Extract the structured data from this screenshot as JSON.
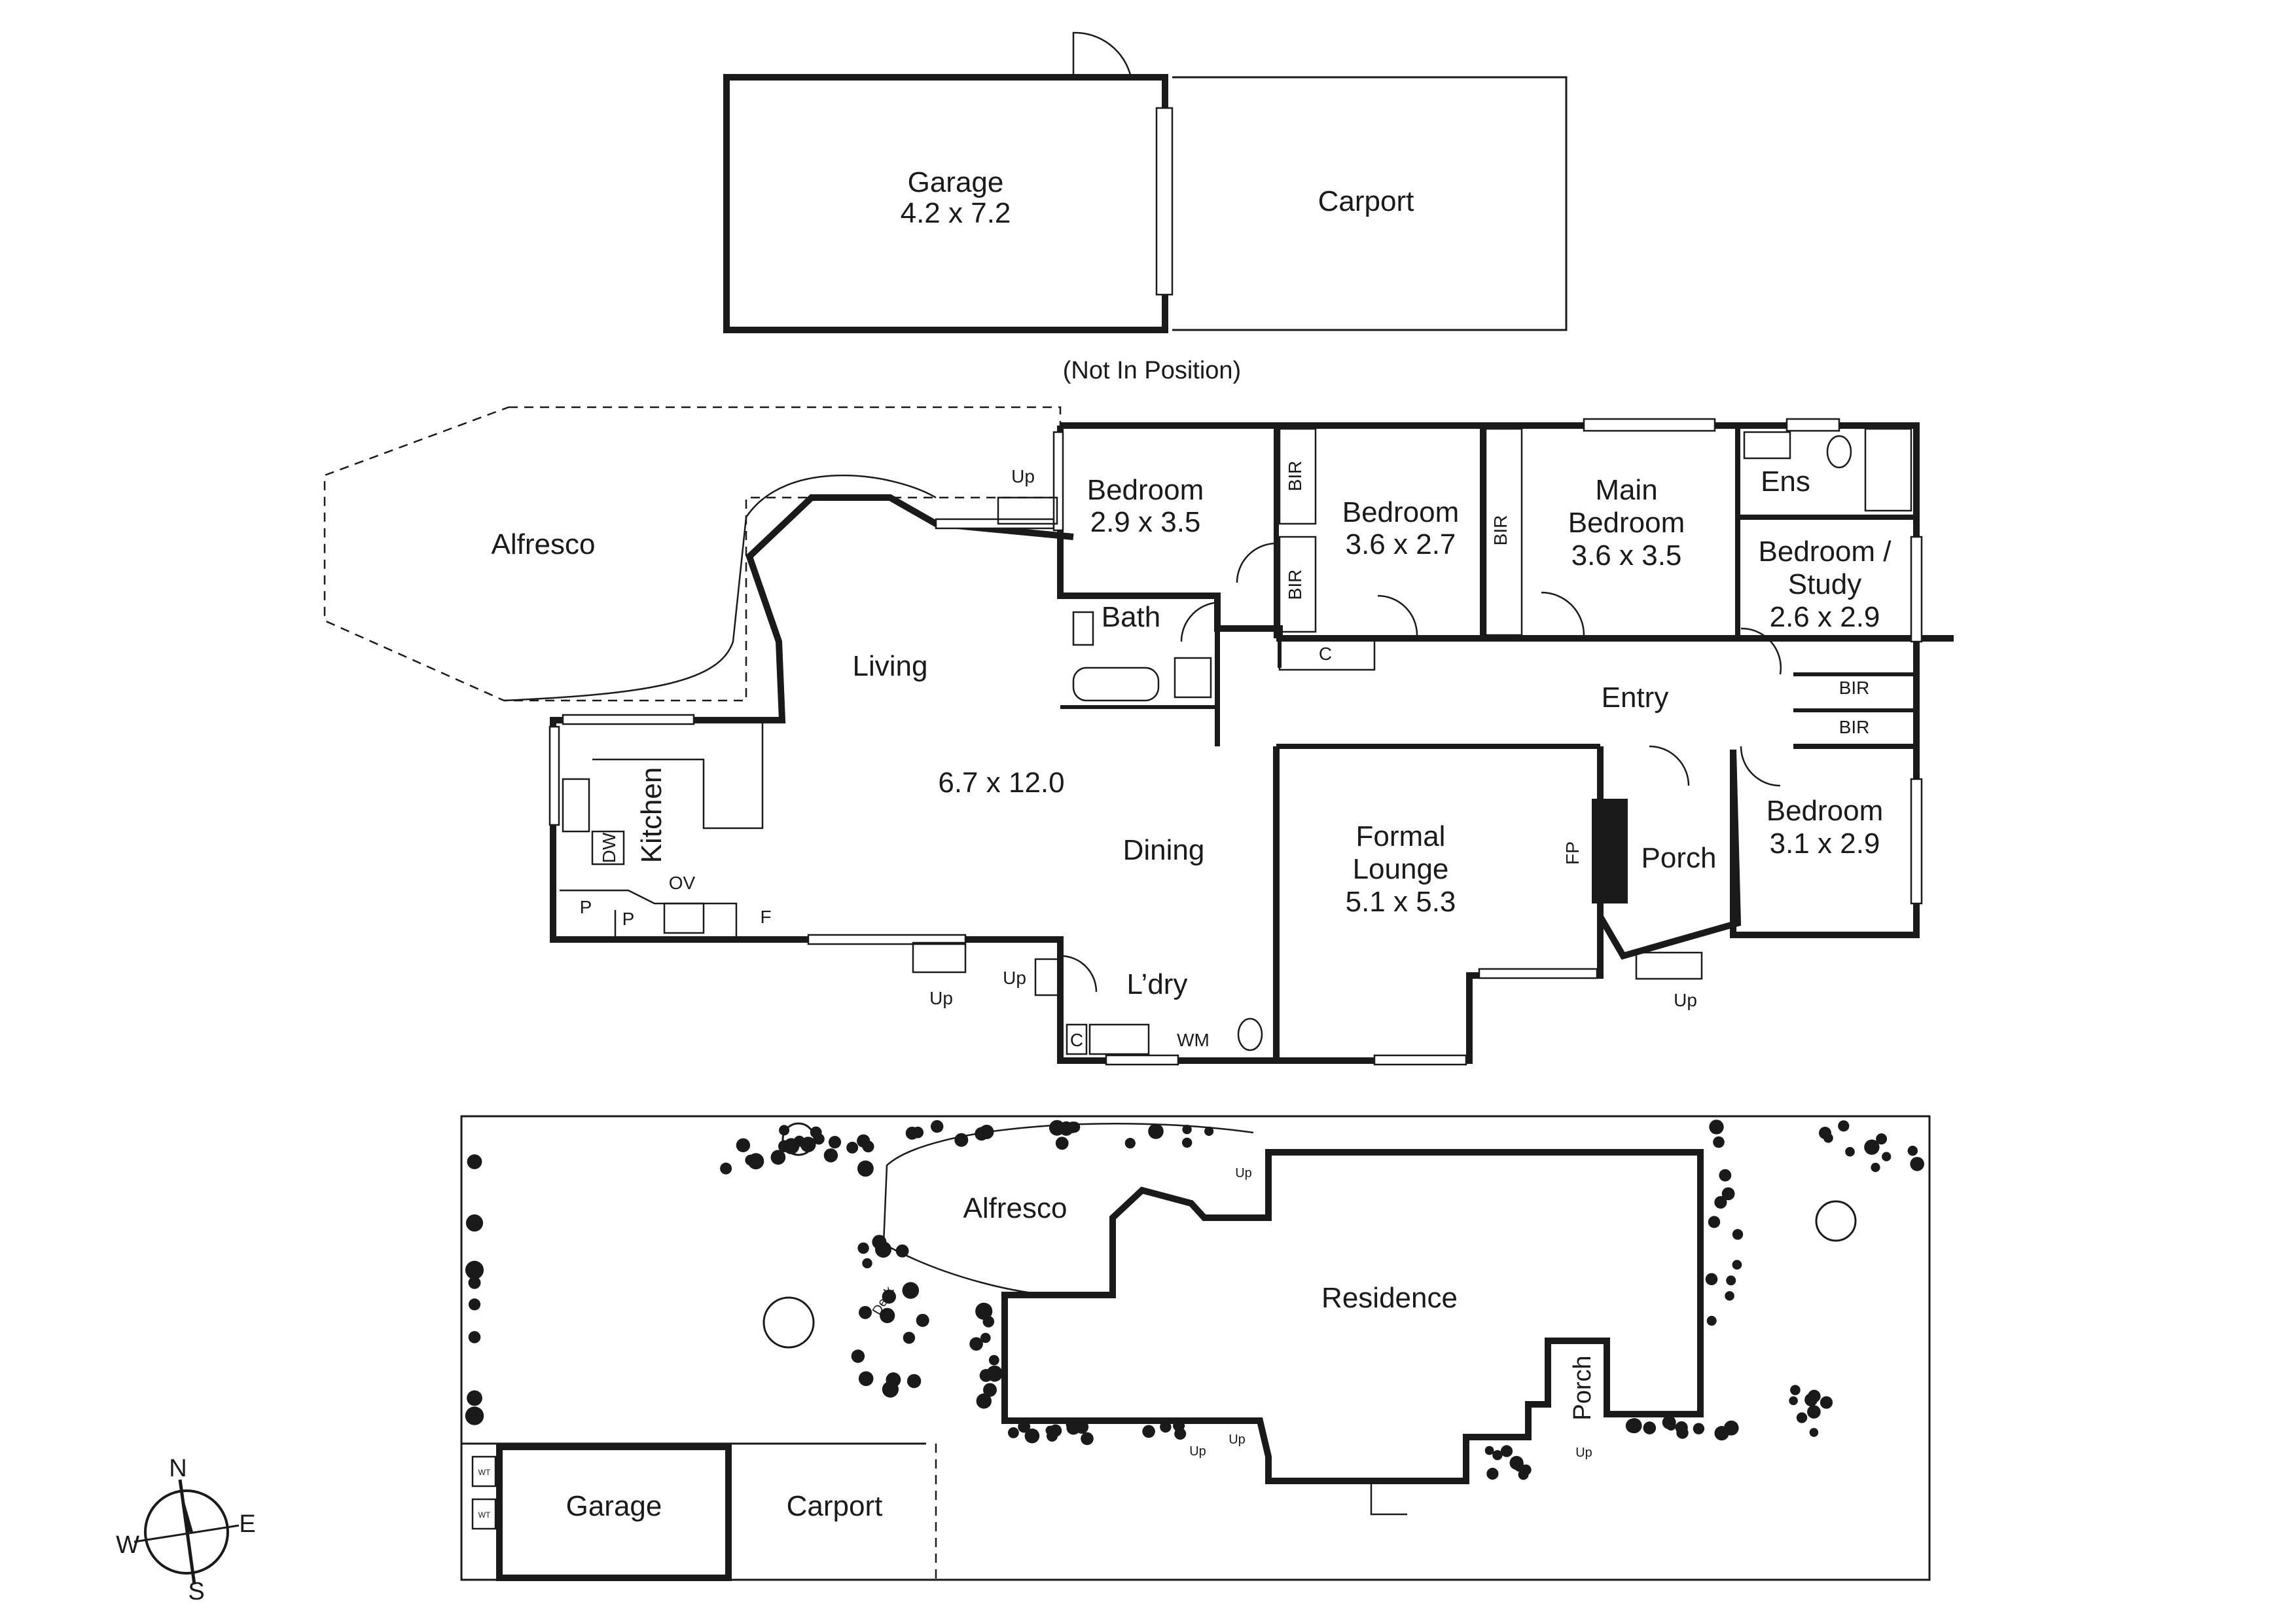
{
  "garage_block": {
    "garage_name": "Garage",
    "garage_size": "4.2 x 7.2",
    "carport": "Carport",
    "note": "(Not In Position)"
  },
  "floor": {
    "alfresco": "Alfresco",
    "up_labels": [
      "Up",
      "Up",
      "Up",
      "Up"
    ],
    "bed1_name": "Bedroom",
    "bed1_size": "2.9 x 3.5",
    "bed2_name": "Bedroom",
    "bed2_size": "3.6 x 2.7",
    "main_line1": "Main",
    "main_line2": "Bedroom",
    "main_size": "3.6 x 3.5",
    "ens": "Ens",
    "study_line1": "Bedroom /",
    "study_line2": "Study",
    "study_size": "2.6 x 2.9",
    "bir": "BIR",
    "bath": "Bath",
    "c": "C",
    "living": "Living",
    "living_size": "6.7 x 12.0",
    "dining": "Dining",
    "entry": "Entry",
    "kitchen": "Kitchen",
    "dw": "DW",
    "ov": "OV",
    "p": "P",
    "f": "F",
    "lounge_line1": "Formal",
    "lounge_line2": "Lounge",
    "lounge_size": "5.1 x 5.3",
    "fp": "FP",
    "porch": "Porch",
    "bed3_name": "Bedroom",
    "bed3_size": "3.1 x 2.9",
    "laundry": "L’dry",
    "wm": "WM"
  },
  "site": {
    "alfresco": "Alfresco",
    "residence": "Residence",
    "porch": "Porch",
    "garage": "Garage",
    "carport": "Carport",
    "deck": "Deck",
    "up": "Up",
    "wt": "WT"
  },
  "compass": {
    "n": "N",
    "e": "E",
    "s": "S",
    "w": "W"
  }
}
